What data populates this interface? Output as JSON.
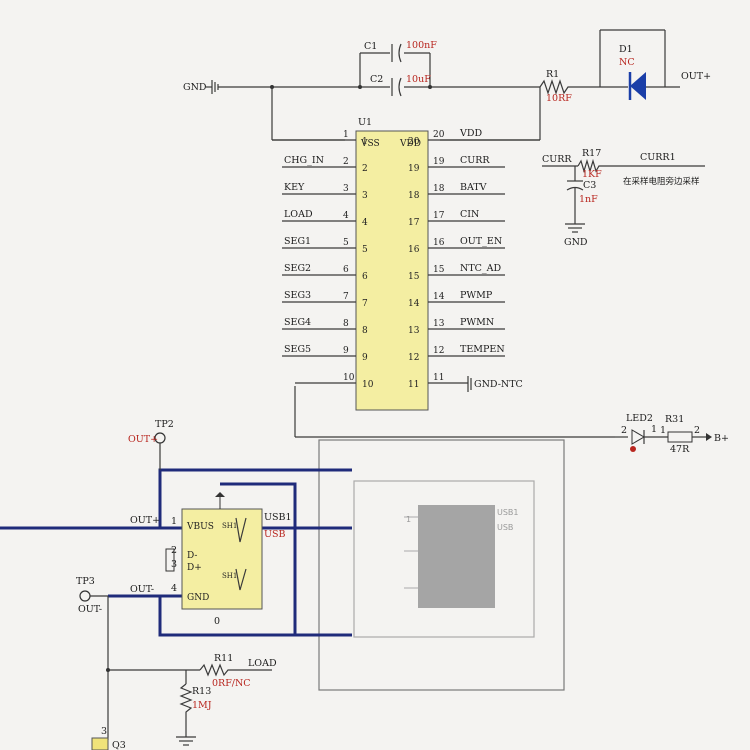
{
  "u1": {
    "ref": "U1",
    "vss": "VSS",
    "vdd": "VDD",
    "pins_left": [
      {
        "num": "1",
        "net": ""
      },
      {
        "num": "2",
        "net": "CHG_IN"
      },
      {
        "num": "3",
        "net": "KEY"
      },
      {
        "num": "4",
        "net": "LOAD"
      },
      {
        "num": "5",
        "net": "SEG1"
      },
      {
        "num": "6",
        "net": "SEG2"
      },
      {
        "num": "7",
        "net": "SEG3"
      },
      {
        "num": "8",
        "net": "SEG4"
      },
      {
        "num": "9",
        "net": "SEG5"
      },
      {
        "num": "10",
        "net": ""
      }
    ],
    "pins_right": [
      {
        "num": "20",
        "net": "VDD"
      },
      {
        "num": "19",
        "net": "CURR"
      },
      {
        "num": "18",
        "net": "BATV"
      },
      {
        "num": "17",
        "net": "CIN"
      },
      {
        "num": "16",
        "net": "OUT_EN"
      },
      {
        "num": "15",
        "net": "NTC_AD"
      },
      {
        "num": "14",
        "net": "PWMP"
      },
      {
        "num": "13",
        "net": "PWMN"
      },
      {
        "num": "12",
        "net": "TEMPEN"
      },
      {
        "num": "11",
        "net": "GND-NTC"
      }
    ]
  },
  "top": {
    "gnd": "GND",
    "c1": "C1",
    "c1_val": "100nF",
    "c2": "C2",
    "c2_val": "10uF",
    "r1": "R1",
    "r1_val": "10RF",
    "d1": "D1",
    "d1_val": "NC",
    "out_plus": "OUT+"
  },
  "curr": {
    "net_in": "CURR",
    "r17": "R17",
    "r17_val": "1KF",
    "c3": "C3",
    "c3_val": "1nF",
    "net_out": "CURR1",
    "note": "在采样电阻旁边采样",
    "gnd": "GND"
  },
  "led": {
    "led2": "LED2",
    "r31": "R31",
    "r31_val": "47R",
    "pin2": "2",
    "pin1": "1",
    "rpin1": "1",
    "rpin2": "2",
    "bplus": "B+"
  },
  "usb": {
    "tp2": "TP2",
    "tp2_net": "OUT+",
    "tp3": "TP3",
    "tp3_net": "OUT-",
    "out_plus": "OUT+",
    "out_minus": "OUT-",
    "ref": "USB1",
    "val": "USB",
    "vbus": "VBUS",
    "dm": "D-",
    "dp": "D+",
    "gnd": "GND",
    "pin1": "1",
    "pin2": "2",
    "pin3": "3",
    "pin4": "4",
    "pin0": "0",
    "sh": "SH1",
    "ghost_ref": "USB1",
    "ghost_val": "USB",
    "ghost_pin": "1"
  },
  "bottom": {
    "r11": "R11",
    "r11_val": "0RF/NC",
    "load": "LOAD",
    "r13": "R13",
    "r13_val": "1MJ",
    "q3": "Q3",
    "q_pin": "3"
  }
}
